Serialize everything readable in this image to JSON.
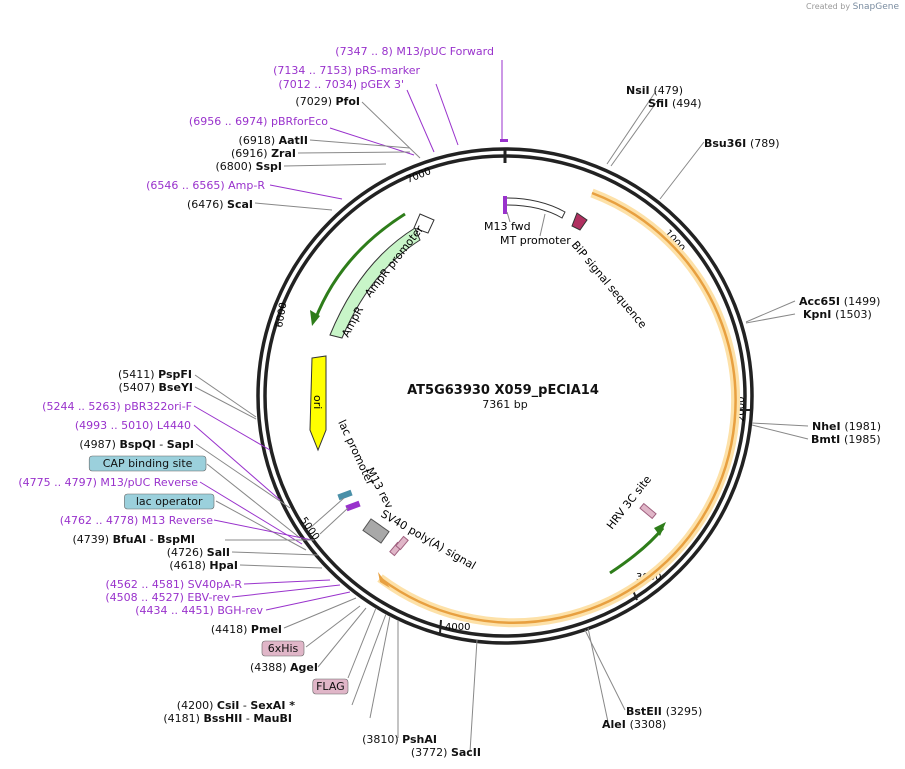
{
  "branding": {
    "created_by": "Created by",
    "product": "SnapGene"
  },
  "plasmid": {
    "name": "AT5G63930 X059_pECIA14",
    "length_label": "7361 bp"
  },
  "ticks": [
    "1000",
    "2000",
    "3000",
    "4000",
    "5000",
    "6000",
    "7000"
  ],
  "left_labels": [
    {
      "pos": "(7347 .. 8)",
      "name": "M13/pUC Forward",
      "kind": "primer"
    },
    {
      "pos": "(7134 .. 7153)",
      "name": "pRS-marker",
      "kind": "primer"
    },
    {
      "pos": "(7012 .. 7034)",
      "name": "pGEX 3'",
      "kind": "primer"
    },
    {
      "pos": "(7029)",
      "name": "PfoI",
      "kind": "enzyme"
    },
    {
      "pos": "(6956 .. 6974)",
      "name": "pBRforEco",
      "kind": "primer"
    },
    {
      "pos": "(6918)",
      "name": "AatII",
      "kind": "enzyme"
    },
    {
      "pos": "(6916)",
      "name": "ZraI",
      "kind": "enzyme"
    },
    {
      "pos": "(6800)",
      "name": "SspI",
      "kind": "enzyme"
    },
    {
      "pos": "(6546 .. 6565)",
      "name": "Amp-R",
      "kind": "primer"
    },
    {
      "pos": "(6476)",
      "name": "ScaI",
      "kind": "enzyme"
    },
    {
      "pos": "(5411)",
      "name": "PspFI",
      "kind": "enzyme"
    },
    {
      "pos": "(5407)",
      "name": "BseYI",
      "kind": "enzyme"
    },
    {
      "pos": "(5244 .. 5263)",
      "name": "pBR322ori-F",
      "kind": "primer"
    },
    {
      "pos": "(4993 .. 5010)",
      "name": "L4440",
      "kind": "primer"
    },
    {
      "pos": "(4987)",
      "name": "BspQI",
      "name2": "SapI",
      "kind": "enzyme"
    },
    {
      "pos": "",
      "name": "CAP binding site",
      "kind": "box-blue"
    },
    {
      "pos": "(4775 .. 4797)",
      "name": "M13/pUC Reverse",
      "kind": "primer"
    },
    {
      "pos": "",
      "name": "lac operator",
      "kind": "box-blue"
    },
    {
      "pos": "(4762 .. 4778)",
      "name": "M13 Reverse",
      "kind": "primer"
    },
    {
      "pos": "(4739)",
      "name": "BfuAI",
      "name2": "BspMI",
      "kind": "enzyme"
    },
    {
      "pos": "(4726)",
      "name": "SalI",
      "kind": "enzyme"
    },
    {
      "pos": "(4618)",
      "name": "HpaI",
      "kind": "enzyme"
    },
    {
      "pos": "(4562 .. 4581)",
      "name": "SV40pA-R",
      "kind": "primer"
    },
    {
      "pos": "(4508 .. 4527)",
      "name": "EBV-rev",
      "kind": "primer"
    },
    {
      "pos": "(4434 .. 4451)",
      "name": "BGH-rev",
      "kind": "primer"
    },
    {
      "pos": "(4418)",
      "name": "PmeI",
      "kind": "enzyme"
    },
    {
      "pos": "",
      "name": "6xHis",
      "kind": "box-pink"
    },
    {
      "pos": "(4388)",
      "name": "AgeI",
      "kind": "enzyme"
    },
    {
      "pos": "",
      "name": "FLAG",
      "kind": "box-pink"
    },
    {
      "pos": "(4200)",
      "name": "CsiI",
      "name2": "SexAI *",
      "kind": "enzyme"
    },
    {
      "pos": "(4181)",
      "name": "BssHII",
      "name2": "MauBI",
      "kind": "enzyme"
    },
    {
      "pos": "(3810)",
      "name": "PshAI",
      "kind": "enzyme"
    },
    {
      "pos": "(3772)",
      "name": "SacII",
      "kind": "enzyme"
    }
  ],
  "right_labels": [
    {
      "name": "NsiI",
      "pos": "(479)"
    },
    {
      "name": "SfiI",
      "pos": "(494)"
    },
    {
      "name": "Bsu36I",
      "pos": "(789)"
    },
    {
      "name": "Acc65I",
      "pos": "(1499)"
    },
    {
      "name": "KpnI",
      "pos": "(1503)"
    },
    {
      "name": "NheI",
      "pos": "(1981)"
    },
    {
      "name": "BmtI",
      "pos": "(1985)"
    },
    {
      "name": "BstEII",
      "pos": "(3295)"
    },
    {
      "name": "AleI",
      "pos": "(3308)"
    }
  ],
  "features": {
    "m13_fwd": "M13 fwd",
    "mt_promoter": "MT promoter",
    "bip": "BiP signal sequence",
    "hrv": "HRV 3C site",
    "sv40": "SV40 poly(A) signal",
    "m13_rev": "M13 rev",
    "lac_promoter": "lac promoter",
    "ori": "ori",
    "ampr": "AmpR",
    "ampr_promoter": "AmpR promoter"
  },
  "colors": {
    "enzyme": "#000000",
    "primer": "#9932cc",
    "orf": "#f5a623",
    "ampr": "#c8f5c8",
    "ori": "#ffff00",
    "arrow_green": "#2e7d1a",
    "box_blue": "#9bd0dc",
    "box_pink": "#e0b6c8"
  }
}
